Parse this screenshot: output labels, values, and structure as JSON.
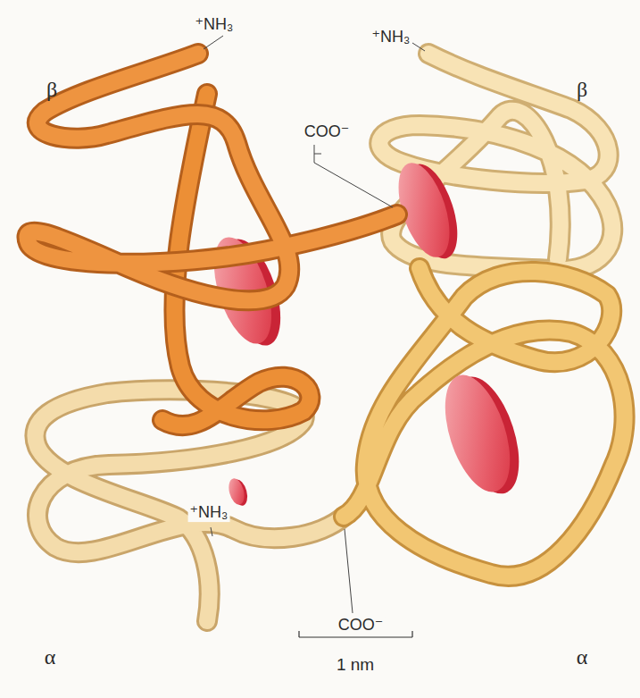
{
  "diagram": {
    "labels": [
      "β",
      "⁺NH₃",
      "⁺NH₃",
      "β",
      "COO⁻",
      "⁺NH₃",
      "COO⁻",
      "α",
      "α",
      "1 nm"
    ]
  }
}
